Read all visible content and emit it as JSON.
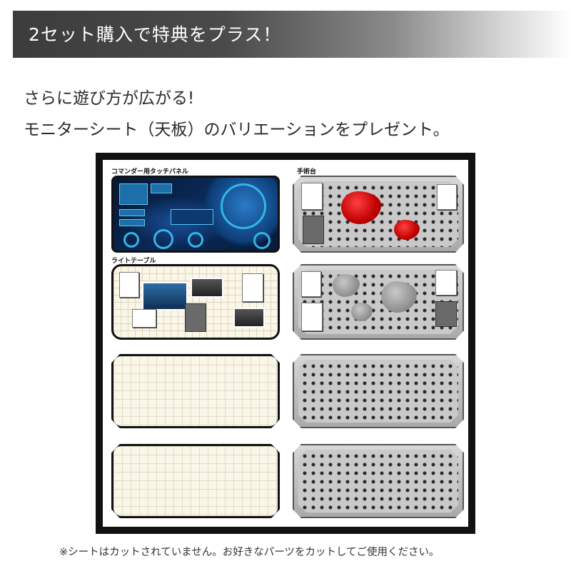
{
  "banner": {
    "title": "2セット購入で特典をプラス！"
  },
  "headline": {
    "line1": "さらに遊び方が広がる!",
    "line2": "モニターシート（天板）のバリエーションをプレゼント。"
  },
  "sheet": {
    "labels": {
      "commander": "コマンダー用タッチパネル",
      "surgery": "手術台",
      "lighttable": "ライトテーブル"
    }
  },
  "footnote": "※シートはカットされていません。お好きなパーツをカットしてご使用ください。",
  "colors": {
    "banner_dark": "#3c3c3c",
    "sheet_border": "#111111",
    "blood_red": "#c00000",
    "screen_blue": "#0a2a58"
  }
}
